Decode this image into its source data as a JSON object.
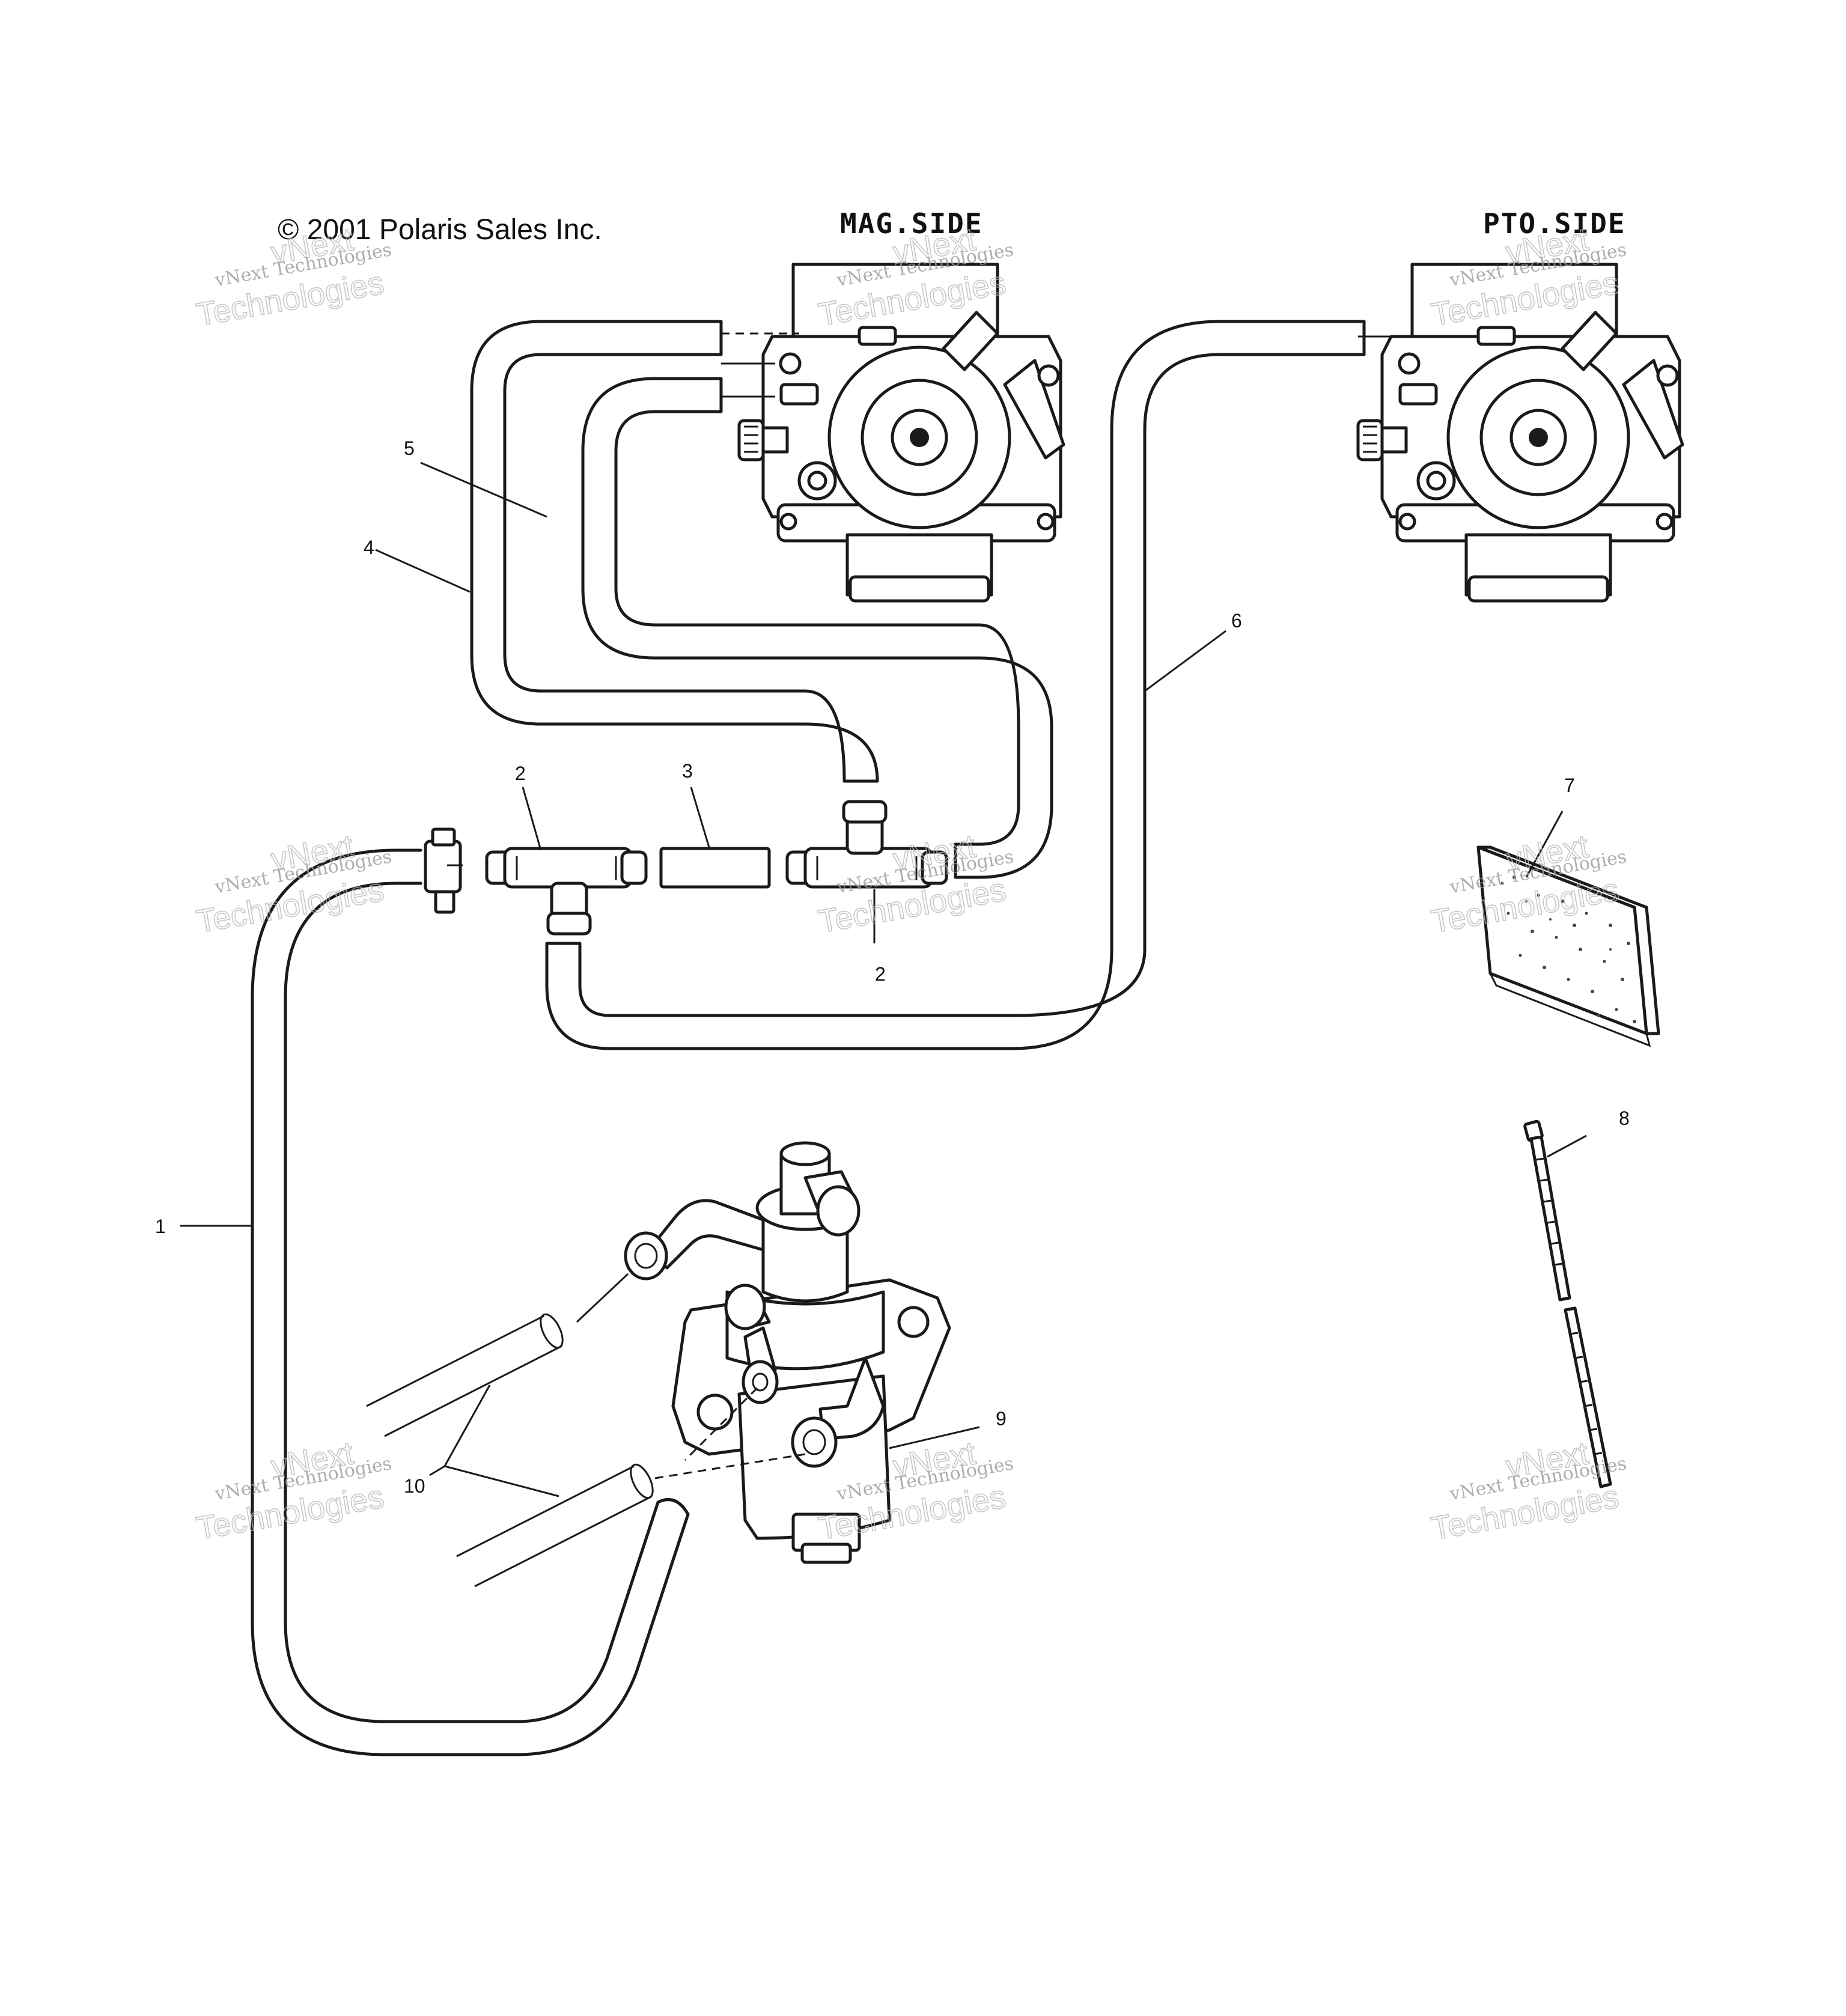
{
  "copyright": "© 2001 Polaris Sales Inc.",
  "side_labels": {
    "mag": "MAG.SIDE",
    "pto": "PTO.SIDE"
  },
  "callouts": {
    "c1": "1",
    "c2a": "2",
    "c2b": "2",
    "c3": "3",
    "c4": "4",
    "c5": "5",
    "c6": "6",
    "c7": "7",
    "c8": "8",
    "c9": "9",
    "c10": "10"
  },
  "watermark": {
    "line1": "vNext Technologies",
    "line2": "vNext",
    "line3": "Technologies"
  },
  "colors": {
    "line": "#1a1a1a",
    "watermark": "#9a9a9a",
    "background": "#ffffff"
  }
}
